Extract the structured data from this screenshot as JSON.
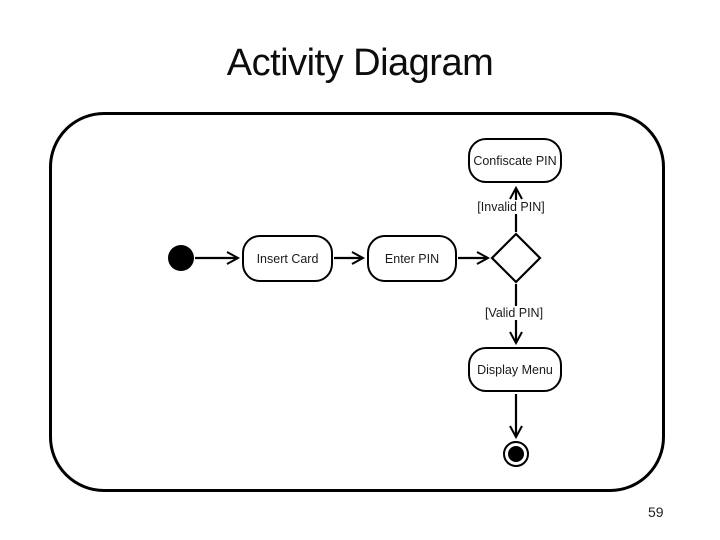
{
  "slide": {
    "title": "Activity Diagram",
    "page_number": "59"
  },
  "diagram": {
    "type": "uml-activity-diagram",
    "nodes": {
      "initial": {
        "type": "initial-node"
      },
      "insert_card": {
        "type": "action",
        "label": "Insert Card"
      },
      "enter_pin": {
        "type": "action",
        "label": "Enter PIN"
      },
      "decision": {
        "type": "decision-diamond"
      },
      "confiscate_pin": {
        "type": "action",
        "label": "Confiscate PIN"
      },
      "display_menu": {
        "type": "action",
        "label": "Display Menu"
      },
      "final": {
        "type": "final-node"
      }
    },
    "edges": {
      "invalid_pin_guard": "[Invalid PIN]",
      "valid_pin_guard": "[Valid PIN]"
    },
    "colors": {
      "stroke": "#000000",
      "background": "#ffffff",
      "text": "#1a1a1a"
    }
  }
}
